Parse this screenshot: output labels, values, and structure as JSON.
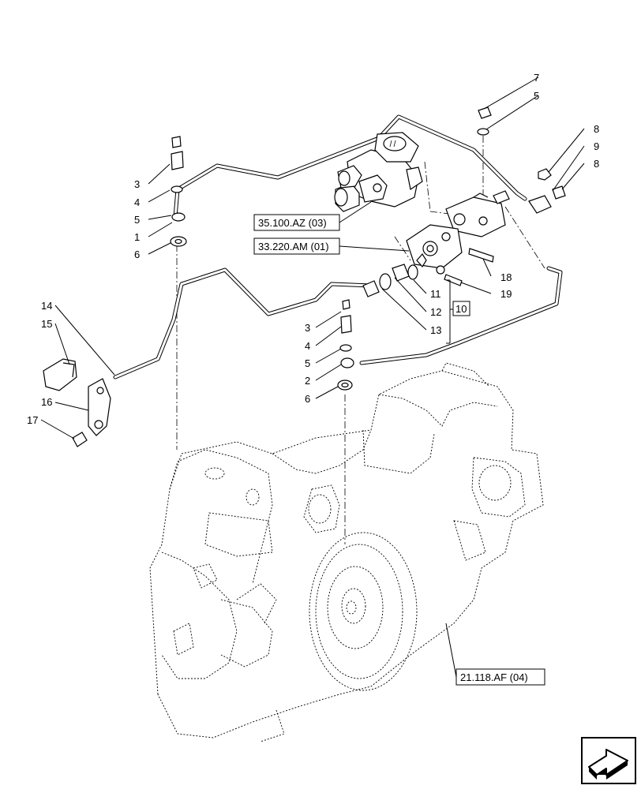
{
  "callouts": {
    "c1": "1",
    "c2": "2",
    "c3a": "3",
    "c3b": "3",
    "c4a": "4",
    "c4b": "4",
    "c5a": "5",
    "c5b": "5",
    "c5c": "5",
    "c6a": "6",
    "c6b": "6",
    "c7": "7",
    "c8a": "8",
    "c8b": "8",
    "c9": "9",
    "c10": "10",
    "c11": "11",
    "c12": "12",
    "c13": "13",
    "c14": "14",
    "c15": "15",
    "c16": "16",
    "c17": "17",
    "c18": "18",
    "c19": "19"
  },
  "references": {
    "r1": "35.100.AZ (03)",
    "r2": "33.220.AM (01)",
    "r3": "21.118.AF (04)"
  },
  "icons": {
    "nav": "next-page-arrow-icon"
  }
}
